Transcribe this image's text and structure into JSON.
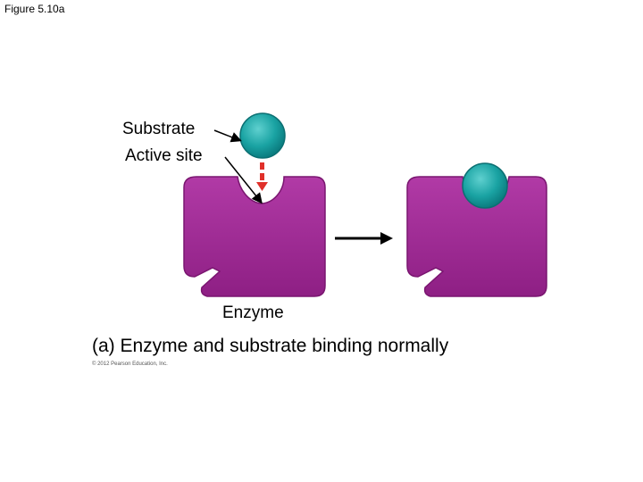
{
  "figure_label": "Figure 5.10a",
  "labels": {
    "substrate": "Substrate",
    "active_site": "Active site",
    "enzyme": "Enzyme"
  },
  "caption": "(a) Enzyme and substrate binding normally",
  "copyright": "© 2012 Pearson Education, Inc.",
  "colors": {
    "enzyme": "#9c2590",
    "enzyme_highlight": "#b84aae",
    "substrate": "#1aa3a3",
    "substrate_highlight": "#5fd0cf",
    "motion_arrow": "#e0302a",
    "arrow": "#000000"
  }
}
